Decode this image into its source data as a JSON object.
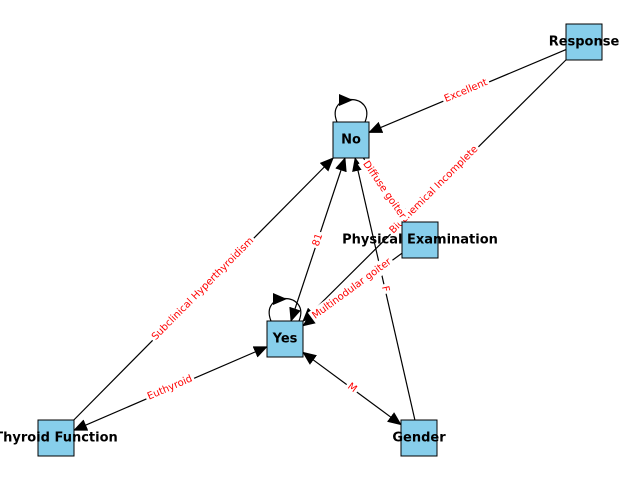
{
  "nodes": [
    {
      "id": "response",
      "label": "Response"
    },
    {
      "id": "no",
      "label": "No"
    },
    {
      "id": "physical",
      "label": "Physical Examination"
    },
    {
      "id": "yes",
      "label": "Yes"
    },
    {
      "id": "thyroid",
      "label": "Thyroid Function"
    },
    {
      "id": "gender",
      "label": "Gender"
    }
  ],
  "edges": [
    {
      "from": "response",
      "to": "no",
      "label": "Excellent"
    },
    {
      "from": "response",
      "to": "yes",
      "label": "Biochemical Incomplete"
    },
    {
      "from": "thyroid",
      "to": "no",
      "label": "Subclinical Hyperthyroidism"
    },
    {
      "from": "thyroid",
      "to": "yes",
      "label": "Euthyroid",
      "bidirectional": true
    },
    {
      "from": "yes",
      "to": "no",
      "label": "81",
      "bidirectional": true
    },
    {
      "from": "physical",
      "to": "yes",
      "label": "Multinodular goiter"
    },
    {
      "from": "no",
      "to": "physical",
      "label": "Diffuse goiter"
    },
    {
      "from": "gender",
      "to": "no",
      "label": "F"
    },
    {
      "from": "yes",
      "to": "gender",
      "label": "M",
      "bidirectional": true
    },
    {
      "from": "no",
      "to": "no",
      "label": ""
    },
    {
      "from": "yes",
      "to": "yes",
      "label": ""
    }
  ],
  "colors": {
    "node_fill": "#87ceeb",
    "edge_label": "#ff0000",
    "edge": "#000000"
  }
}
